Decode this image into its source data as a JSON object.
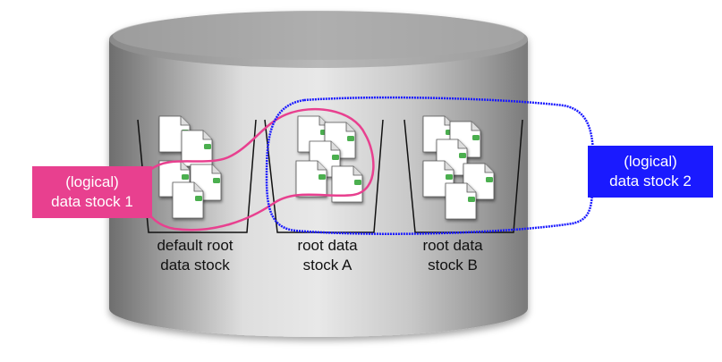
{
  "colors": {
    "logical1": "#e8408f",
    "logical2": "#1a1aff",
    "doc_tab": "#4caf50",
    "cylinder_dark": "#7a7a7a",
    "cylinder_light": "#e6e6e6"
  },
  "stocks": [
    {
      "line1": "default root",
      "line2": "data stock"
    },
    {
      "line1": "root data",
      "line2": "stock A"
    },
    {
      "line1": "root data",
      "line2": "stock B"
    }
  ],
  "logical": [
    {
      "line1": "(logical)",
      "line2": "data stock 1"
    },
    {
      "line1": "(logical)",
      "line2": "data stock 2"
    }
  ],
  "icons": [
    "database-cylinder-icon",
    "document-icon"
  ]
}
